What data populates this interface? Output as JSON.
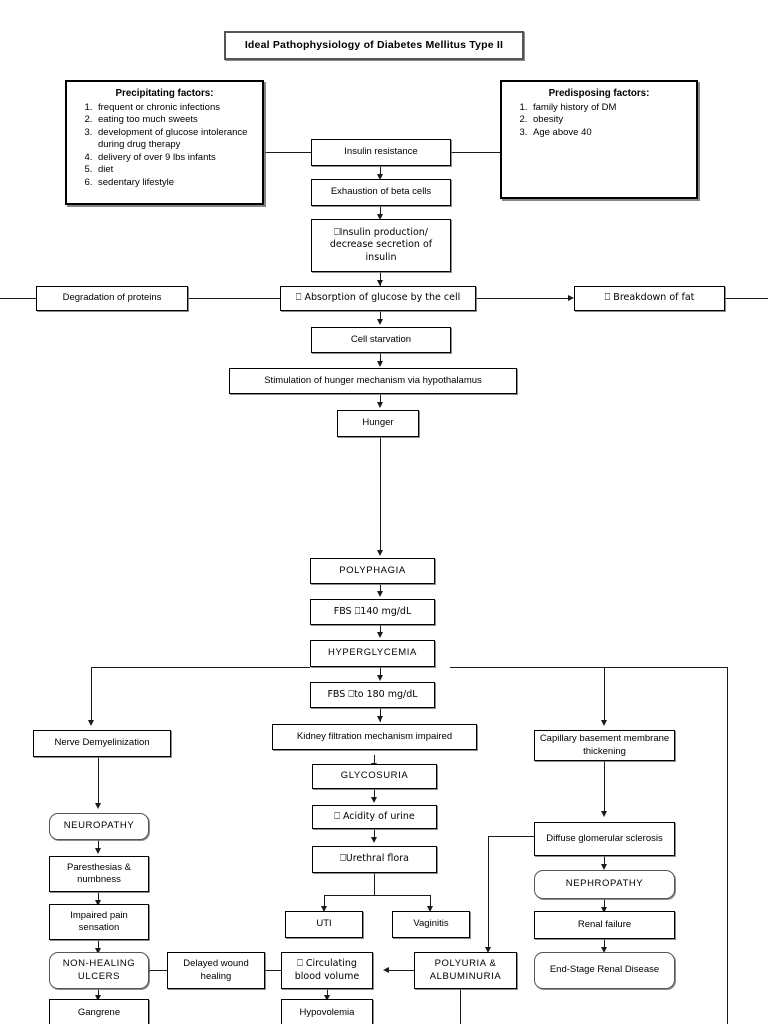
{
  "diagram": {
    "title": "Ideal Pathophysiology of Diabetes Mellitus Type II",
    "missing_glyph": "⎕"
  },
  "panels": {
    "precipitating": {
      "heading": "Precipitating factors:",
      "items": [
        "frequent or chronic infections",
        "eating too much sweets",
        "development of glucose intolerance during drug therapy",
        "delivery of over 9 lbs infants",
        "diet",
        "sedentary lifestyle"
      ]
    },
    "predisposing": {
      "heading": "Predisposing factors:",
      "items": [
        "family history of DM",
        "obesity",
        "Age above 40"
      ]
    }
  },
  "nodes": {
    "insulin_resistance": "Insulin resistance",
    "exhaustion": "Exhaustion of beta cells",
    "insulin_production": "⎕Insulin production/ decrease secretion of insulin",
    "degradation_proteins": "Degradation of proteins",
    "absorption_glucose": "⎕ Absorption of glucose by the cell",
    "breakdown_fat": "⎕ Breakdown of fat",
    "cell_starvation": "Cell starvation",
    "stimulation_hunger": "Stimulation of hunger mechanism via hypothalamus",
    "hunger": "Hunger",
    "polyphagia": "POLYPHAGIA",
    "fbs_140": "FBS ⎕140 mg/dL",
    "hyperglycemia": "HYPERGLYCEMIA",
    "fbs_180": "FBS ⎕to 180 mg/dL",
    "nerve_demyelinization": "Nerve Demyelinization",
    "kidney_filtration": "Kidney filtration mechanism impaired",
    "capillary_basement": "Capillary basement membrane thickening",
    "neuropathy": "NEUROPATHY",
    "glycosuria": "GLYCOSURIA",
    "diffuse_glomerular": "Diffuse glomerular sclerosis",
    "paresthesias": "Paresthesias & numbness",
    "acidity_urine": "⎕ Acidity of urine",
    "nephropathy": "NEPHROPATHY",
    "impaired_pain": "Impaired pain sensation",
    "urethral_flora": "⎕Urethral flora",
    "renal_failure": "Renal failure",
    "uti": "UTI",
    "vaginitis": "Vaginitis",
    "non_healing_ulcers": "NON-HEALING ULCERS",
    "delayed_wound": "Delayed wound healing",
    "circulating_blood": "⎕ Circulating blood volume",
    "polyuria_albuminuria": "POLYURIA & ALBUMINURIA",
    "end_stage_renal": "End-Stage Renal Disease",
    "gangrene": "Gangrene",
    "hypovolemia": "Hypovolemia"
  }
}
